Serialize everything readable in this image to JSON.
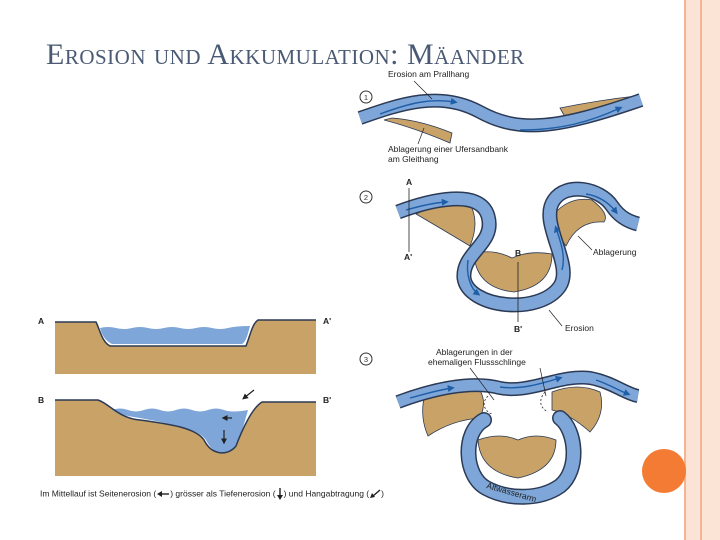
{
  "slide": {
    "title": "Erosion und Akkumulation: Mäander",
    "accent_color": "#f47b33"
  },
  "figure1": {
    "number": "1",
    "label_top": "Erosion am Prallhang",
    "label_bottom_line1": "Ablagerung einer Ufersandbank",
    "label_bottom_line2": "am Gleithang"
  },
  "figure2": {
    "number": "2",
    "label_a": "A",
    "label_a_prime": "A'",
    "label_b": "B",
    "label_b_prime": "B'",
    "label_deposit": "Ablagerung",
    "label_erosion": "Erosion"
  },
  "figure3": {
    "number": "3",
    "label_line1": "Ablagerungen in der",
    "label_line2": "ehemaligen Flussschlinge",
    "label_oxbow": "Altwasserarm"
  },
  "cross_sections": {
    "a_left": "A",
    "a_right": "A'",
    "b_left": "B",
    "b_right": "B'"
  },
  "caption": {
    "part1": "Im Mittellauf ist Seitenerosion (",
    "part2": ") grösser als Tiefenerosion (",
    "part3": ") und Hangabtragung (",
    "part4": ")"
  },
  "colors": {
    "water": "#7ea6d8",
    "outline": "#2b3a55",
    "sediment": "#c9a268",
    "arrow": "#1f5fa8"
  }
}
